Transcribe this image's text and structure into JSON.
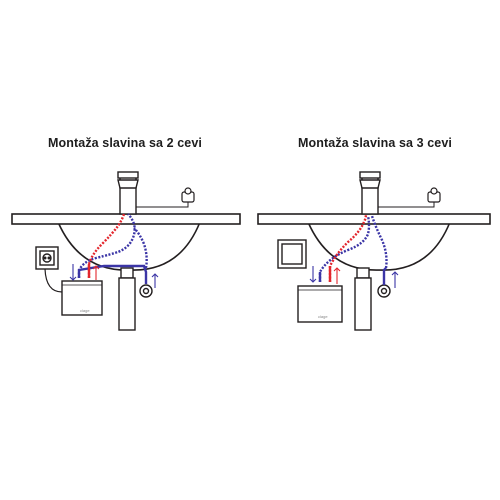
{
  "diagrams": [
    {
      "title": "Montaža slavina sa 2 cevi",
      "heater_logo": "clage",
      "colors": {
        "hot": "#e3262d",
        "cold": "#3b35a6",
        "outline": "#231f20"
      }
    },
    {
      "title": "Montaža slavina sa 3 cevi",
      "heater_logo": "clage",
      "colors": {
        "hot": "#e3262d",
        "cold": "#3b35a6",
        "outline": "#231f20"
      }
    }
  ]
}
